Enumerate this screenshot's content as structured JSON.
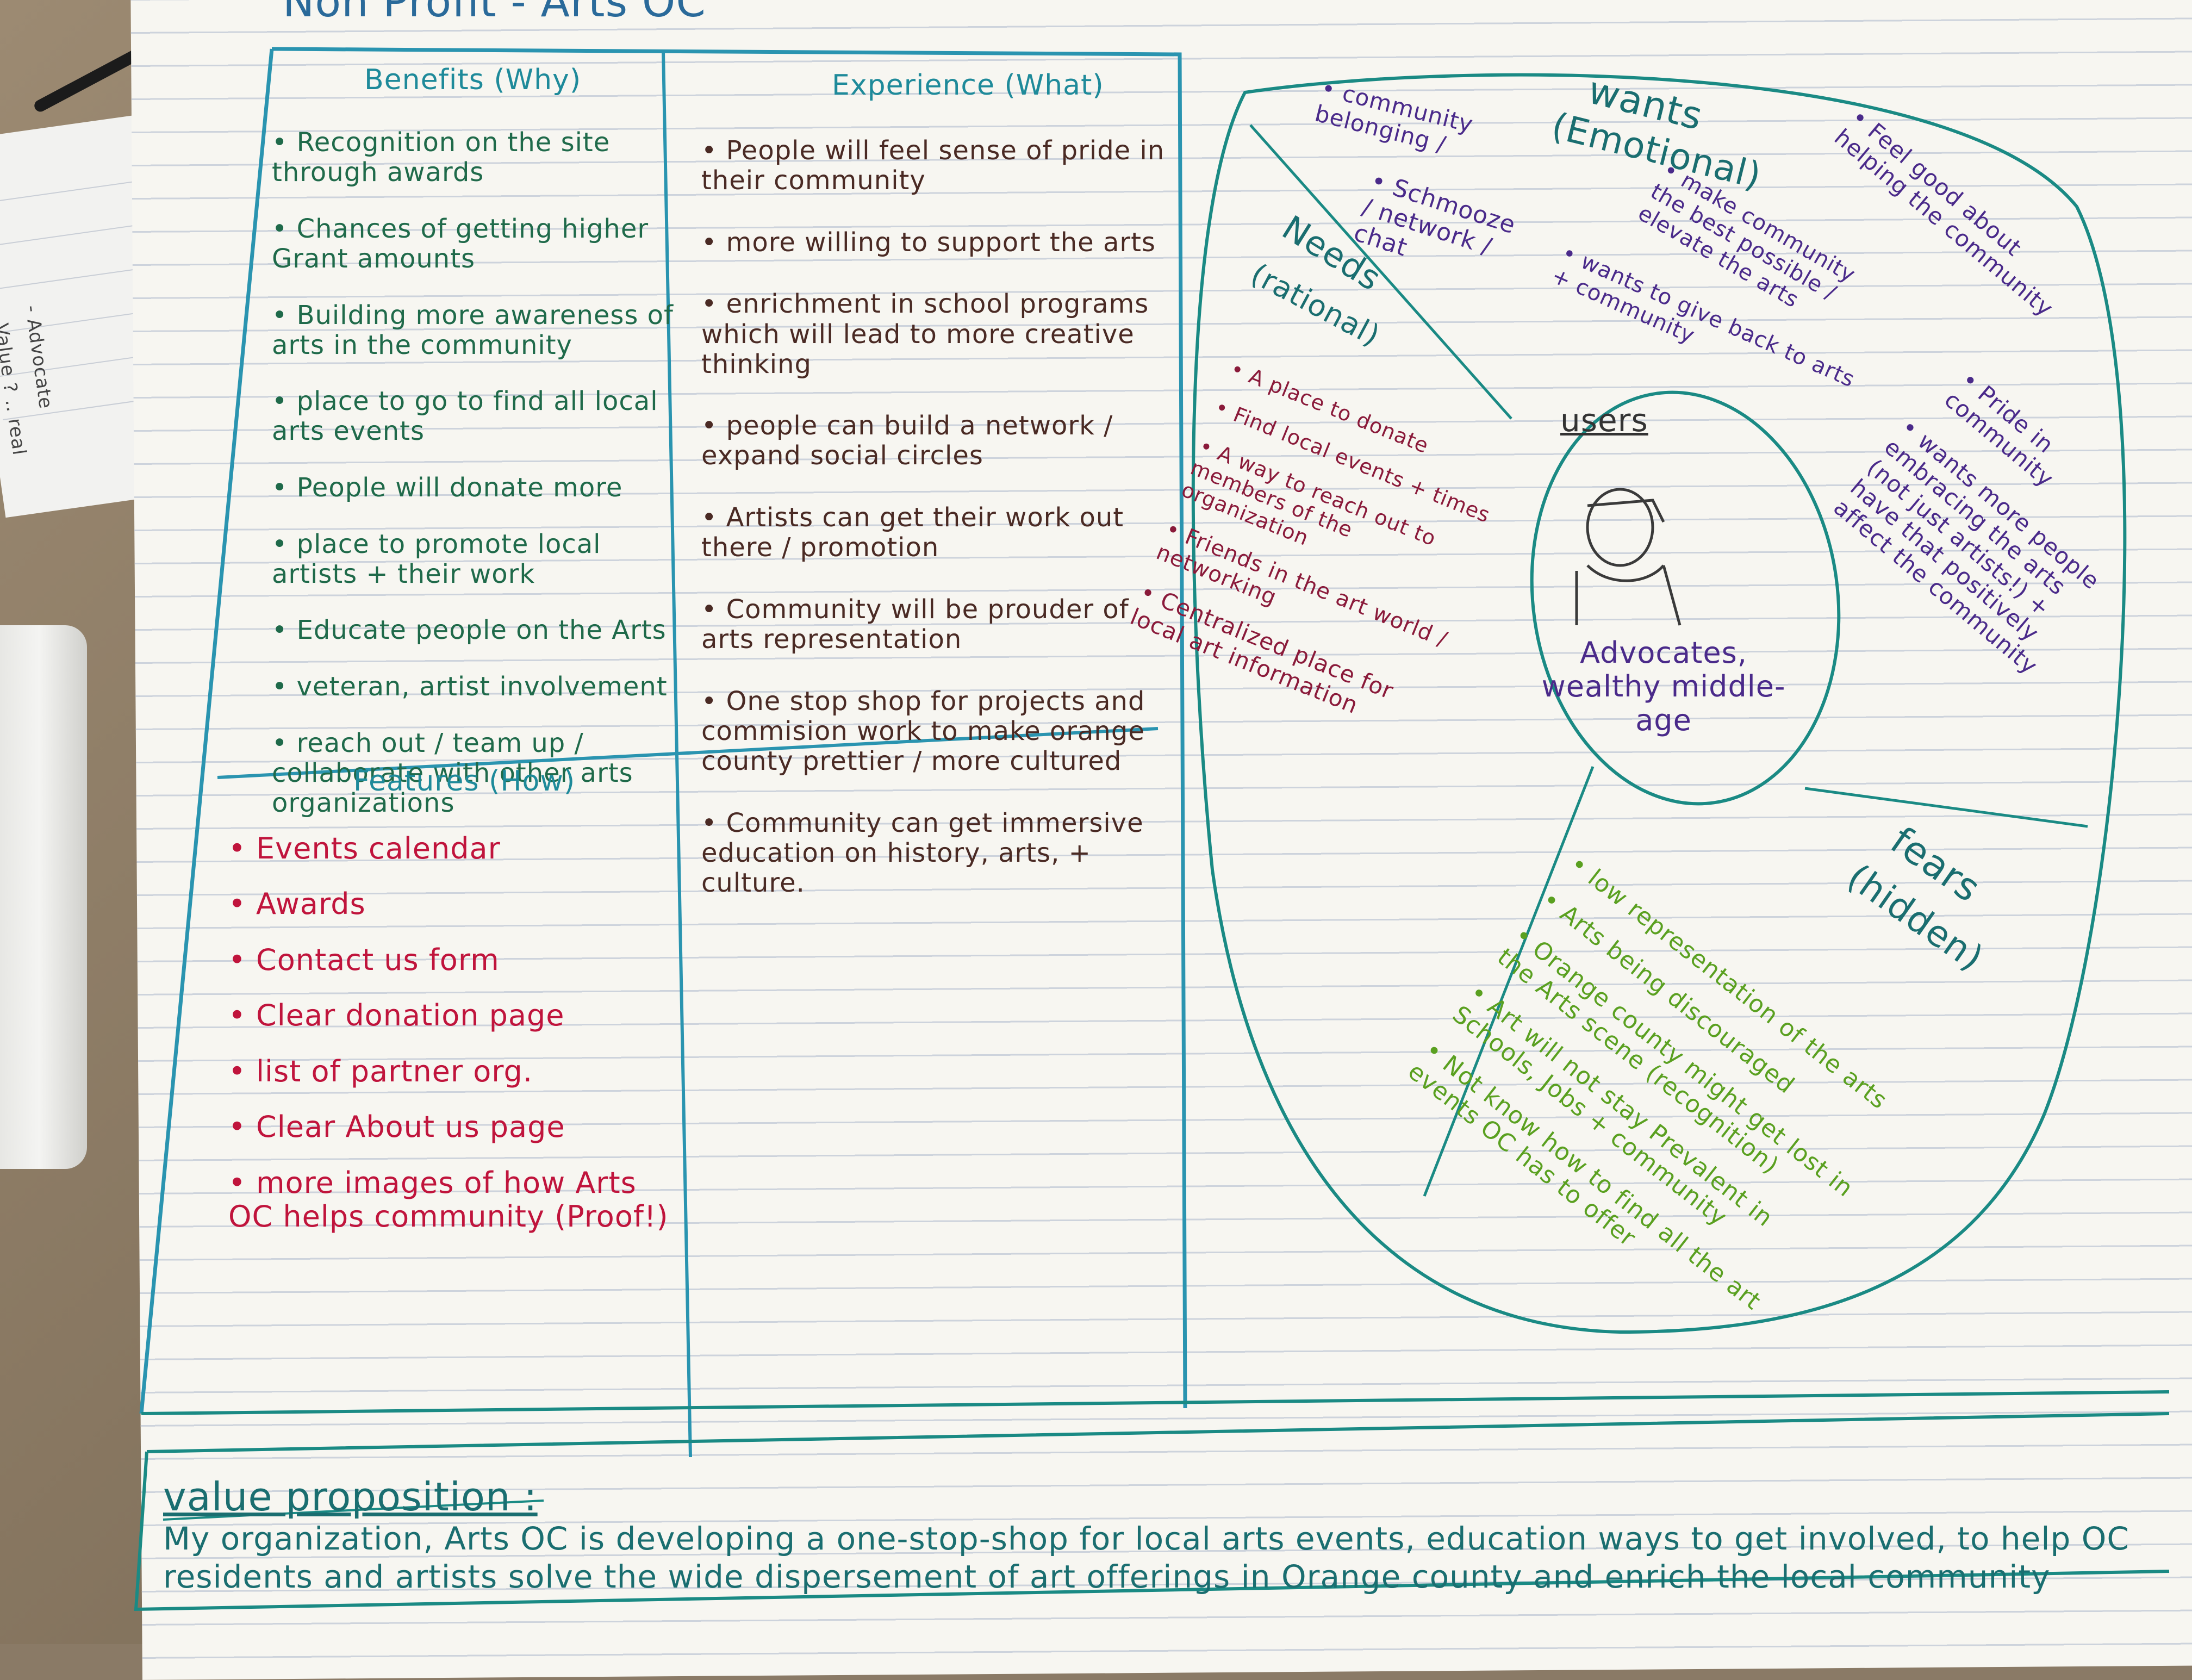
{
  "title_fragment": "Non Profit - Arts OC",
  "notepad_text": [
    "- Value ? .. real",
    "- Advocate"
  ],
  "benefits": {
    "heading": "Benefits (Why)",
    "items": [
      "• Recognition on the site through awards",
      "• Chances of getting higher Grant amounts",
      "• Building more awareness of arts in the community",
      "• place to go to find all local arts events",
      "• People will donate more",
      "• place to promote local artists + their work",
      "• Educate people on the Arts",
      "• veteran, artist involvement",
      "• reach out / team up / collaborate with other arts organizations"
    ]
  },
  "experience": {
    "heading": "Experience (What)",
    "items": [
      "• People will feel sense of pride in their community",
      "• more willing to support the arts",
      "• enrichment in school programs which will lead to more creative thinking",
      "• people can build a network / expand social circles",
      "• Artists can get their work out there / promotion",
      "• Community will be prouder of arts representation",
      "• One stop shop for projects and commision work to make orange county prettier / more cultured",
      "• Community can get immersive education on history, arts, + culture."
    ]
  },
  "features": {
    "heading": "Features (How)",
    "items": [
      "• Events calendar",
      "• Awards",
      "• Contact us form",
      "• Clear donation page",
      "• list of partner org.",
      "• Clear About us page",
      "• more images of how Arts OC helps community (Proof!)"
    ]
  },
  "wants": {
    "heading": "wants",
    "subheading": "(Emotional)",
    "items": [
      "• community belonging /",
      "• Schmooze / network / chat",
      "• make community the best possible / elevate the arts",
      "• wants to give back to arts + community",
      "• Feel good about helping the community",
      "• Pride in community",
      "• wants more people embracing the arts (not just artists!) + have that positively affect the community"
    ]
  },
  "needs": {
    "heading": "Needs",
    "subheading": "(rational)",
    "items": [
      "• A place to donate",
      "• Find local events + times",
      "• A way to reach out to members of the organization",
      "• Friends in the art world / networking",
      "• Centralized place for local art information"
    ]
  },
  "users": {
    "heading": "users",
    "description": "Advocates, wealthy middle-age"
  },
  "fears": {
    "heading": "fears",
    "subheading": "(hidden)",
    "items": [
      "• low representation of the arts",
      "• Arts being discouraged",
      "• Orange county might get lost in the Arts scene (recognition)",
      "• Art will not stay Prevalent in Schools, Jobs + community",
      "• Not know how to find all the art events OC has to offer"
    ]
  },
  "value_proposition": {
    "label": "value proposition :",
    "text": "My organization, Arts OC is developing a one-stop-shop for local arts events, education ways to get involved, to help OC residents and artists solve the wide dispersement of art offerings in Orange county and enrich the local community"
  },
  "colors": {
    "teal": "#1e8a9a",
    "green": "#1f6a4a",
    "brown": "#4a2a24",
    "red": "#c0143c",
    "purple": "#4a2a8a",
    "maroon": "#8a1a3a",
    "lime": "#5aa020"
  }
}
